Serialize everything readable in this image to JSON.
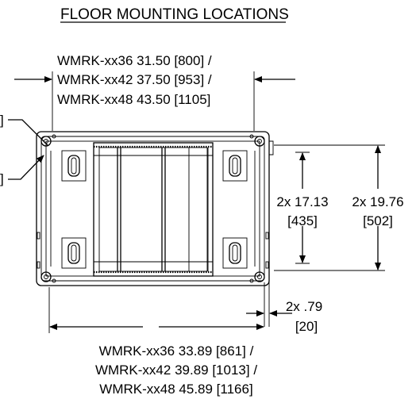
{
  "title": "FLOOR MOUNTING LOCATIONS",
  "top_dimension": {
    "lines": [
      "WMRK-xx36 31.50 [800] /",
      "WMRK-xx42 37.50 [953] /",
      "WMRK-xx48 43.50 [1105]"
    ]
  },
  "bottom_dimension": {
    "lines": [
      "WMRK-xx36 33.89 [861] /",
      "WMRK-xx42 39.89 [1013] /",
      "WMRK-xx48 45.89 [1166]"
    ]
  },
  "right_dim_inner": {
    "line1": "2x 17.13",
    "line2": "[435]"
  },
  "right_dim_outer": {
    "line1": "2x 19.76",
    "line2": "[502]"
  },
  "small_dim": {
    "line1": "2x .79",
    "line2": "[20]"
  },
  "left_callouts": [
    "]",
    "]"
  ]
}
